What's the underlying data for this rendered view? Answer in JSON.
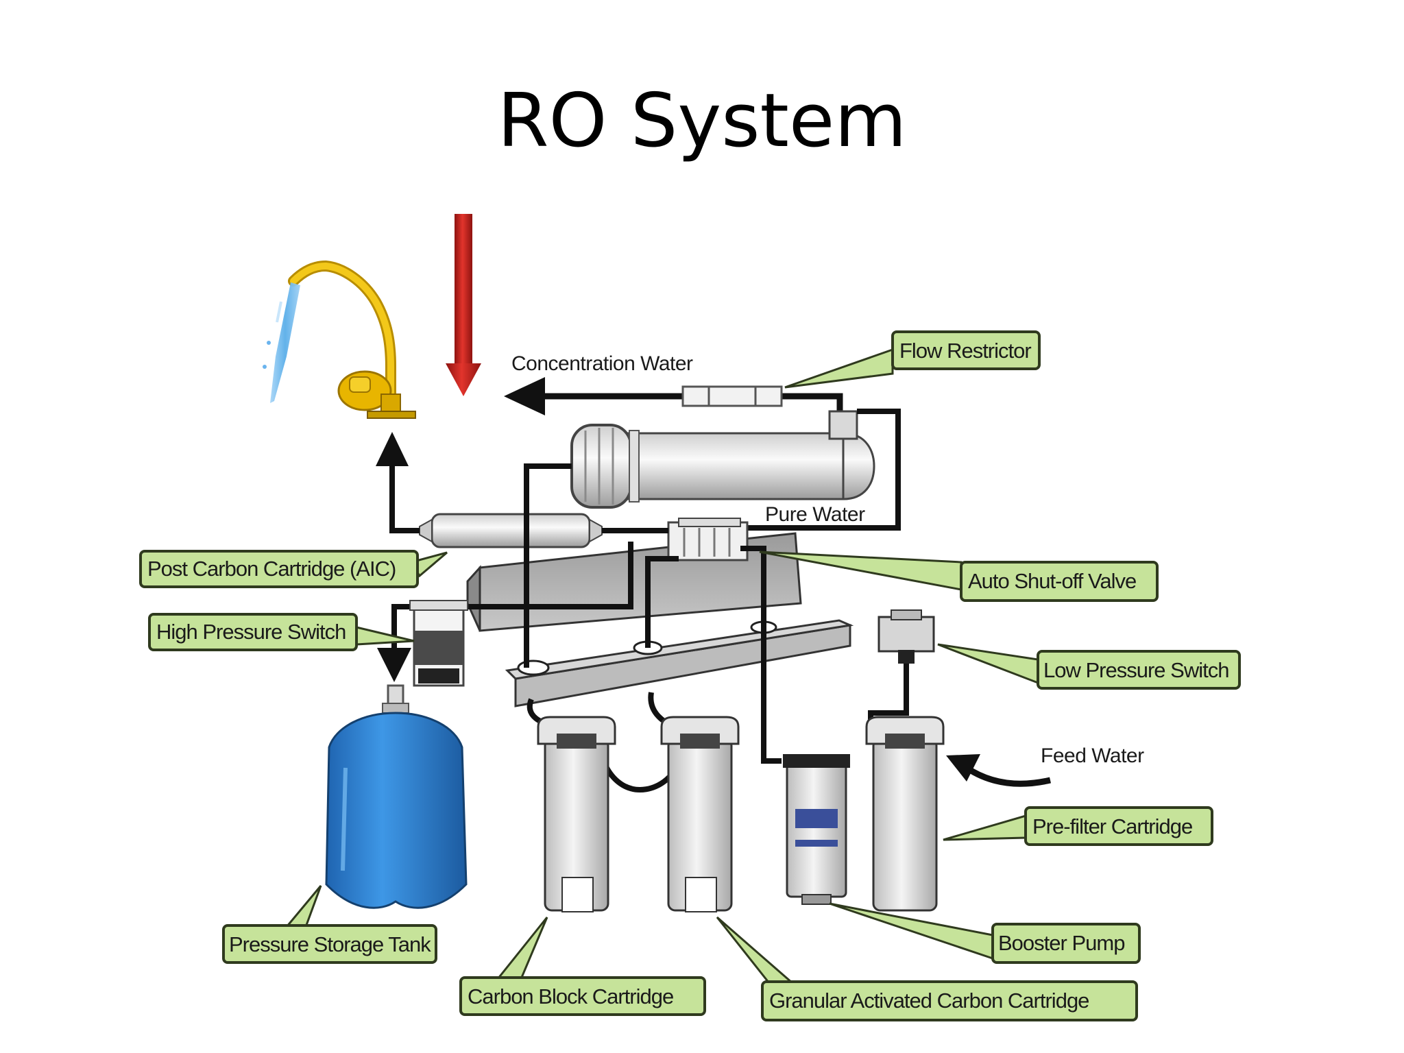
{
  "title": "RO System",
  "colors": {
    "callout_fill": "#c6e39a",
    "callout_border": "#2f3a1e",
    "tank": "#2f84d6",
    "faucet": "#e6b400",
    "red_arrow": "#c8201c",
    "pipe": "#111111",
    "water_stream": "#6ab4ee"
  },
  "flow_labels": {
    "concentration_water": "Concentration Water",
    "pure_water": "Pure Water",
    "feed_water": "Feed Water"
  },
  "callouts": {
    "flow_restrictor": "Flow Restrictor",
    "post_carbon": "Post Carbon Cartridge (AIC)",
    "high_pressure": "High Pressure Switch",
    "auto_shutoff": "Auto Shut-off Valve",
    "low_pressure": "Low Pressure Switch",
    "pre_filter": "Pre-filter Cartridge",
    "booster_pump": "Booster Pump",
    "pressure_tank": "Pressure Storage Tank",
    "carbon_block": "Carbon Block Cartridge",
    "gac": "Granular Activated Carbon Cartridge"
  },
  "icons": {
    "faucet": "faucet-icon",
    "red_arrow": "down-arrow-icon",
    "tank": "pressure-tank-icon",
    "membrane": "ro-membrane-housing",
    "pump": "booster-pump-icon"
  }
}
